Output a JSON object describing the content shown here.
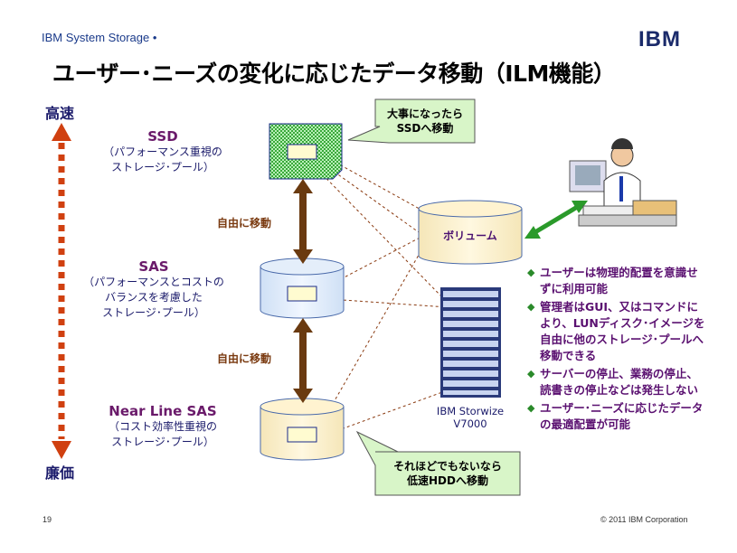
{
  "header": {
    "brand": "IBM System Storage •",
    "logo": "IBM"
  },
  "title": "ユーザー･ニーズの変化に応じたデータ移動（ILM機能）",
  "axis": {
    "top": "高速",
    "bottom": "廉価"
  },
  "tiers": [
    {
      "name": "SSD",
      "desc1": "（パフォーマンス重視の",
      "desc2": "ストレージ･プール）"
    },
    {
      "name": "SAS",
      "desc1": "（パフォーマンスとコストの",
      "desc2": "バランスを考慮した",
      "desc3": "ストレージ･プール）"
    },
    {
      "name": "Near Line SAS",
      "desc1": "（コスト効率性重視の",
      "desc2": "ストレージ･プール）"
    }
  ],
  "move_labels": [
    "自由に移動",
    "自由に移動"
  ],
  "callouts": {
    "top": [
      "大事になったら",
      "SSDへ移動"
    ],
    "bottom": [
      "それほどでもないなら",
      "低速HDDへ移動"
    ]
  },
  "volume": "ボリューム",
  "storage": [
    "IBM Storwize",
    "V7000"
  ],
  "bullets": [
    "ユーザーは物理的配置を意識せずに利用可能",
    "管理者はGUI、又はコマンドにより、LUNディスク･イメージを自由に他のストレージ･プールへ移動できる",
    "サーバーの停止、業務の停止、読書きの停止などは発生しない",
    "ユーザー･ニーズに応じたデータの最適配置が可能"
  ],
  "footer": {
    "page": "19",
    "copyright": "© 2011 IBM Corporation"
  },
  "colors": {
    "title_text": "#000000",
    "tier_text": "#6a1a6a",
    "axis_arrow": "#d04010",
    "move_arrow": "#6a3a10",
    "volume_arrow": "#2a9a2a",
    "ssd_fill": "#5ac85a",
    "callout_fill": "#d8f5c8"
  }
}
